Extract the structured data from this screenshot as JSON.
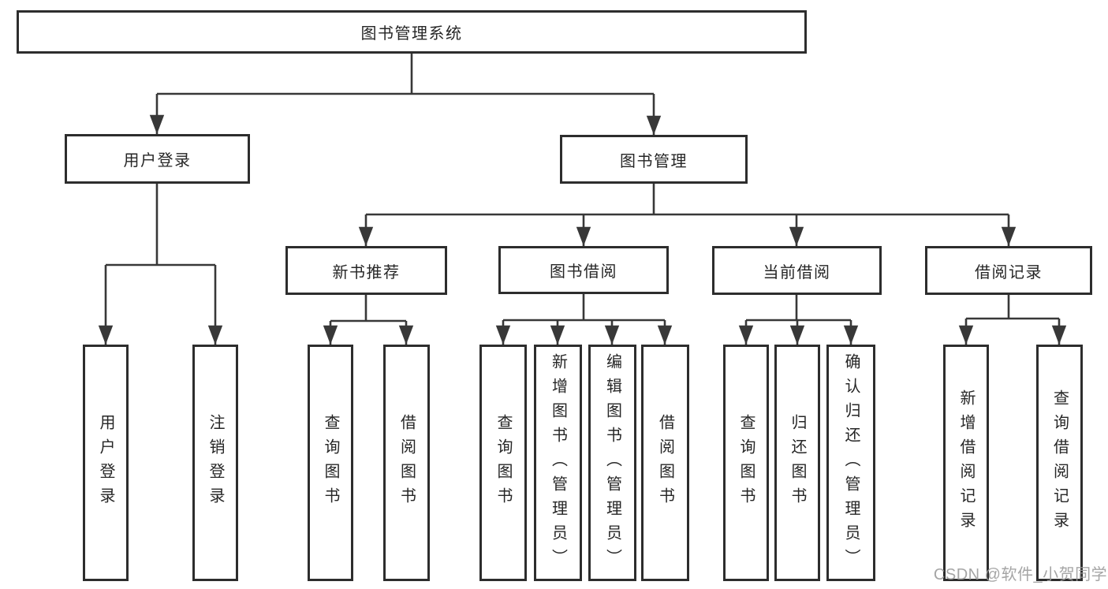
{
  "diagram": {
    "title": "图书管理系统",
    "type": "hierarchy-tree",
    "colors": {
      "background": "#ffffff",
      "box_fill": "#ffffff",
      "box_border": "#2d2d2d",
      "line": "#383838",
      "text": "#262626",
      "watermark": "#9b9b9b"
    },
    "nodes": {
      "root": {
        "label": "图书管理系统"
      },
      "login": {
        "label": "用户登录"
      },
      "book_mgmt": {
        "label": "图书管理"
      },
      "new_book": {
        "label": "新书推荐"
      },
      "book_borrow": {
        "label": "图书借阅"
      },
      "current_borrow": {
        "label": "当前借阅"
      },
      "borrow_records": {
        "label": "借阅记录"
      },
      "user_login": {
        "label": "用户登录"
      },
      "logout_login": {
        "label": "注销登录"
      },
      "nb_query": {
        "label": "查询图书"
      },
      "nb_borrow": {
        "label": "借阅图书"
      },
      "bb_query": {
        "label": "查询图书"
      },
      "bb_add": {
        "label": "新增图书（管理员）"
      },
      "bb_edit": {
        "label": "编辑图书（管理员）"
      },
      "bb_borrow": {
        "label": "借阅图书"
      },
      "cb_query": {
        "label": "查询图书"
      },
      "cb_return": {
        "label": "归还图书"
      },
      "cb_confirm": {
        "label": "确认归还（管理员）"
      },
      "br_add": {
        "label": "新增借阅记录"
      },
      "br_query": {
        "label": "查询借阅记录"
      }
    },
    "edges": [
      [
        "root",
        "login"
      ],
      [
        "root",
        "book_mgmt"
      ],
      [
        "login",
        "user_login"
      ],
      [
        "login",
        "logout_login"
      ],
      [
        "book_mgmt",
        "new_book"
      ],
      [
        "book_mgmt",
        "book_borrow"
      ],
      [
        "book_mgmt",
        "current_borrow"
      ],
      [
        "book_mgmt",
        "borrow_records"
      ],
      [
        "new_book",
        "nb_query"
      ],
      [
        "new_book",
        "nb_borrow"
      ],
      [
        "book_borrow",
        "bb_query"
      ],
      [
        "book_borrow",
        "bb_add"
      ],
      [
        "book_borrow",
        "bb_edit"
      ],
      [
        "book_borrow",
        "bb_borrow"
      ],
      [
        "current_borrow",
        "cb_query"
      ],
      [
        "current_borrow",
        "cb_return"
      ],
      [
        "current_borrow",
        "cb_confirm"
      ],
      [
        "borrow_records",
        "br_add"
      ],
      [
        "borrow_records",
        "br_query"
      ]
    ],
    "watermark": "CSDN @软件_小贺同学"
  }
}
